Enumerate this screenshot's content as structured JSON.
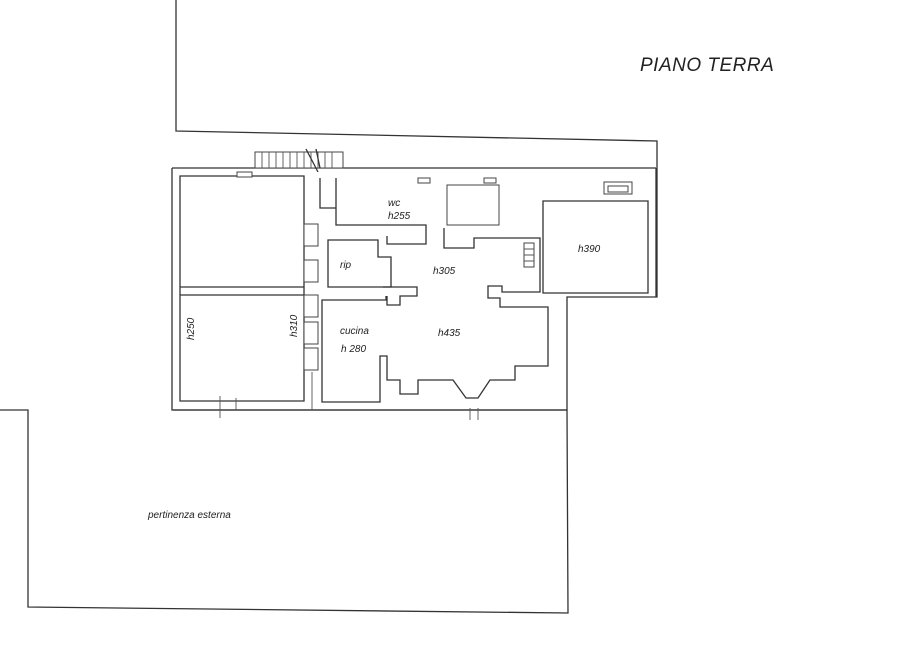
{
  "title": "PIANO TERRA",
  "rooms": {
    "wc": "wc",
    "wc_height": "h255",
    "rip": "rip",
    "room_h305": "h305",
    "room_h390": "h390",
    "room_h435": "h435",
    "cucina": "cucina",
    "cucina_height": "h 280",
    "left_h250": "h250",
    "left_h310": "h310"
  },
  "exterior": "pertinenza esterna"
}
